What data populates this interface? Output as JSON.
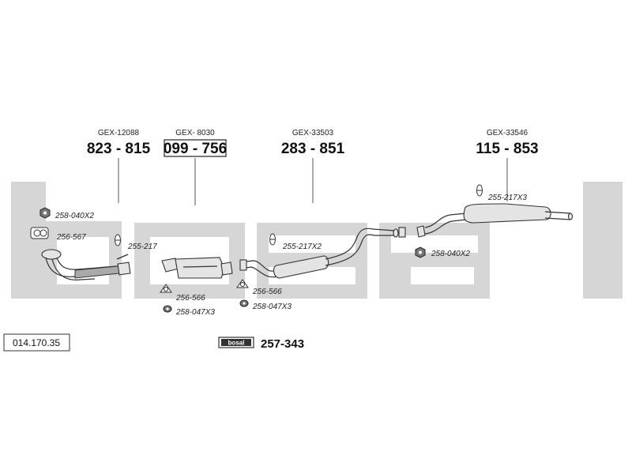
{
  "watermark": "bosal",
  "diagram_code": "014.170.35",
  "kit": {
    "logo": "bosal",
    "number": "257-343"
  },
  "groups": [
    {
      "ref": "GEX-12088",
      "number": "823-815",
      "boxed": false
    },
    {
      "ref": "GEX- 8030",
      "number": "099-756",
      "boxed": true
    },
    {
      "ref": "GEX-33503",
      "number": "283-851",
      "boxed": false
    },
    {
      "ref": "GEX-33546",
      "number": "115-853",
      "boxed": false
    }
  ],
  "parts": {
    "p1": "258-040X2",
    "p2": "256-567",
    "p3": "255-217",
    "p4": "256-566",
    "p5": "258-047X3",
    "p6": "256-566",
    "p7": "258-047X3",
    "p8": "255-217X2",
    "p9": "255-217X3",
    "p10": "258-040X2"
  },
  "colors": {
    "watermark": "#d6d6d6",
    "line": "#333333"
  }
}
